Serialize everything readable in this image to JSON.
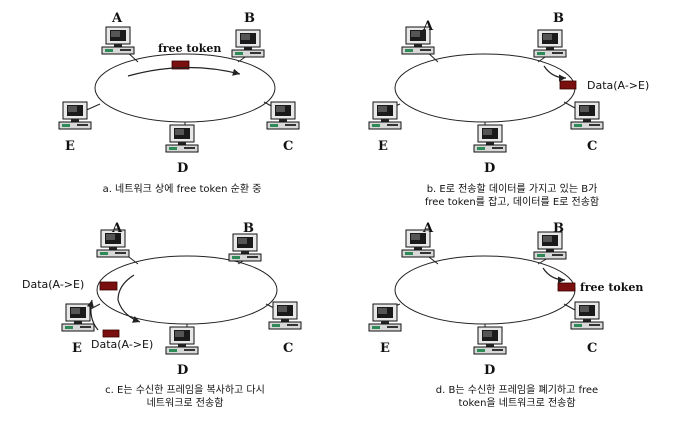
{
  "panels": [
    {
      "id": "a",
      "nodes": [
        "A",
        "B",
        "C",
        "D",
        "E"
      ],
      "token_label": "free token",
      "caption": [
        "a. 네트워크 상에 free token 순환 중"
      ]
    },
    {
      "id": "b",
      "nodes": [
        "A",
        "B",
        "C",
        "D",
        "E"
      ],
      "token_label": "Data(A->E)",
      "caption": [
        "b. E로 전송할 데이터를 가지고 있는 B가",
        "free token를 잡고, 데이터를 E로 전송함"
      ]
    },
    {
      "id": "c",
      "nodes": [
        "A",
        "B",
        "C",
        "D",
        "E"
      ],
      "token_label_top": "Data(A->E)",
      "token_label_bottom": "Data(A->E)",
      "caption": [
        "c. E는 수신한 프레임을 복사하고 다시",
        "네트워크로 전송함"
      ]
    },
    {
      "id": "d",
      "nodes": [
        "A",
        "B",
        "C",
        "D",
        "E"
      ],
      "token_label": "free token",
      "caption": [
        "d. B는 수신한 프레임을 폐기하고 free",
        "token을 네트워크로 전송함"
      ]
    }
  ],
  "colors": {
    "token": "#7a0f0f",
    "line": "#222222"
  },
  "icons": {
    "computer": "computer-icon"
  }
}
